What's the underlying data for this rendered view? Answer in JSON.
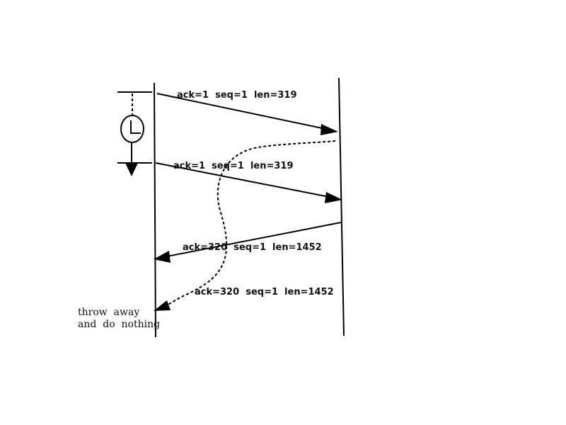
{
  "segments": [
    {
      "label": "ack=1  seq=1  len=319",
      "style": "solid",
      "direction": "client-to-server"
    },
    {
      "label": "ack=1  seq=1  len=319",
      "style": "solid",
      "direction": "client-to-server"
    },
    {
      "label": "ack=320  seq=1  len=1452",
      "style": "solid",
      "direction": "server-to-client"
    },
    {
      "label": "ack=320  seq=1  len=1452",
      "style": "dashed",
      "direction": "server-to-client"
    }
  ],
  "note": {
    "line1": "throw  away",
    "line2": "and  do  nothing"
  },
  "timer": {
    "icon": "clock-icon"
  },
  "colors": {
    "ink": "#000000",
    "background": "#ffffff"
  }
}
